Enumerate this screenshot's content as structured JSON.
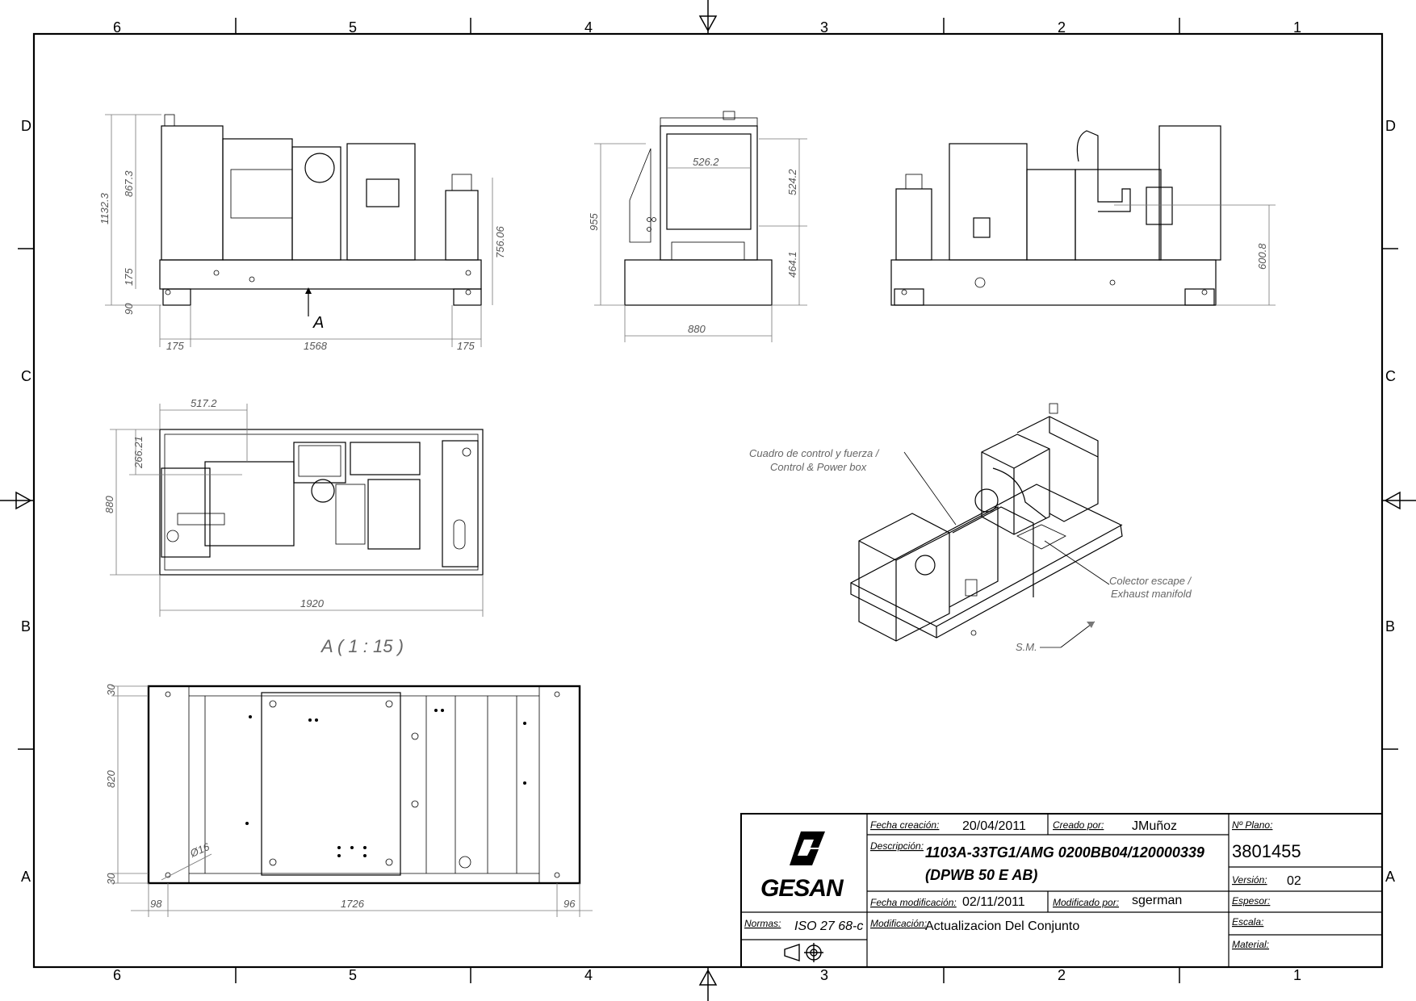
{
  "grid": {
    "columns": [
      "6",
      "5",
      "4",
      "3",
      "2",
      "1"
    ],
    "rows": [
      "D",
      "C",
      "B",
      "A"
    ]
  },
  "views": {
    "side": {
      "dims": [
        "1132.3",
        "867.3",
        "175",
        "90",
        "756.06",
        "175",
        "1568",
        "175"
      ],
      "section_label": "A"
    },
    "front": {
      "dims": [
        "526.2",
        "524.2",
        "955",
        "464.1",
        "880"
      ]
    },
    "rear": {
      "dims": [
        "600.8"
      ]
    },
    "top": {
      "dims": [
        "517.2",
        "266.21",
        "880",
        "1920"
      ]
    },
    "section_title": "A ( 1 : 15 )",
    "base": {
      "dims": [
        "30",
        "820",
        "30",
        "98",
        "1726",
        "96",
        "Ø16"
      ]
    },
    "iso": {
      "label_control_es": "Cuadro de control y fuerza /",
      "label_control_en": "Control & Power box",
      "label_exhaust_es": "Colector escape /",
      "label_exhaust_en": "Exhaust manifold",
      "label_sm": "S.M."
    }
  },
  "title_block": {
    "logo_text": "GESAN",
    "fecha_creacion_label": "Fecha creación:",
    "fecha_creacion": "20/04/2011",
    "creado_por_label": "Creado por:",
    "creado_por": "JMuñoz",
    "descripcion_label": "Descripción:",
    "descripcion_line1": "1103A-33TG1/AMG 0200BB04/120000339",
    "descripcion_line2": "(DPWB 50 E AB)",
    "fecha_mod_label": "Fecha modificación:",
    "fecha_mod": "02/11/2011",
    "modificado_por_label": "Modificado por:",
    "modificado_por": "sgerman",
    "normas_label": "Normas:",
    "normas": "ISO 27 68-c",
    "modificacion_label": "Modificación:",
    "modificacion": "Actualizacion Del Conjunto",
    "plano_label": "Nº Plano:",
    "plano": "3801455",
    "version_label": "Versión:",
    "version": "02",
    "espesor_label": "Espesor:",
    "escala_label": "Escala:",
    "material_label": "Material:"
  }
}
